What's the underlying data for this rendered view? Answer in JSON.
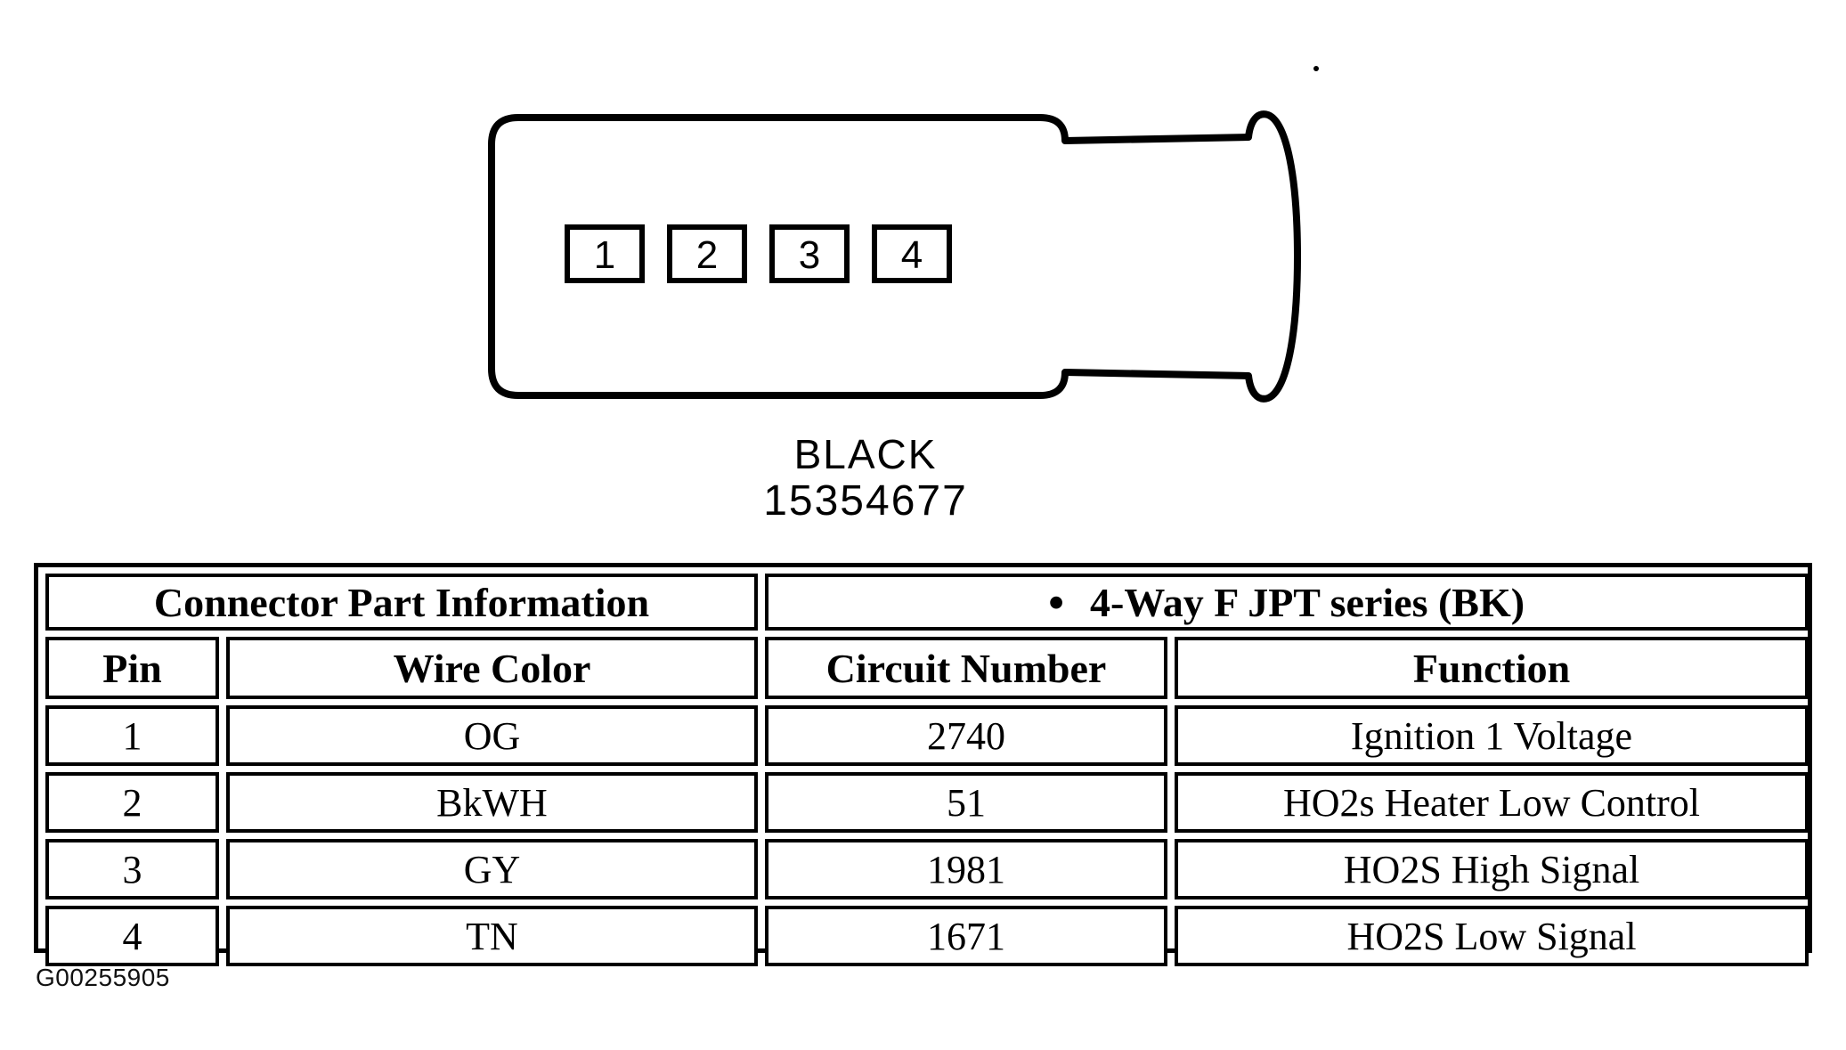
{
  "document": {
    "background": "#ffffff",
    "ink_color": "#000000"
  },
  "connector_diagram": {
    "pins": [
      "1",
      "2",
      "3",
      "4"
    ],
    "color_label": "BLACK",
    "part_number": "15354677"
  },
  "table": {
    "part_info_header": "Connector Part Information",
    "series_bullet": "•",
    "series_header": "4-Way F JPT series (BK)",
    "columns": [
      "Pin",
      "Wire Color",
      "Circuit Number",
      "Function"
    ],
    "rows": [
      {
        "pin": "1",
        "wire_color": "OG",
        "circuit": "2740",
        "function": "Ignition 1 Voltage"
      },
      {
        "pin": "2",
        "wire_color": "BkWH",
        "circuit": "51",
        "function": "HO2s Heater Low Control"
      },
      {
        "pin": "3",
        "wire_color": "GY",
        "circuit": "1981",
        "function": "HO2S High Signal"
      },
      {
        "pin": "4",
        "wire_color": "TN",
        "circuit": "1671",
        "function": "HO2S Low Signal"
      }
    ]
  },
  "footer": {
    "figure_id": "G00255905"
  }
}
